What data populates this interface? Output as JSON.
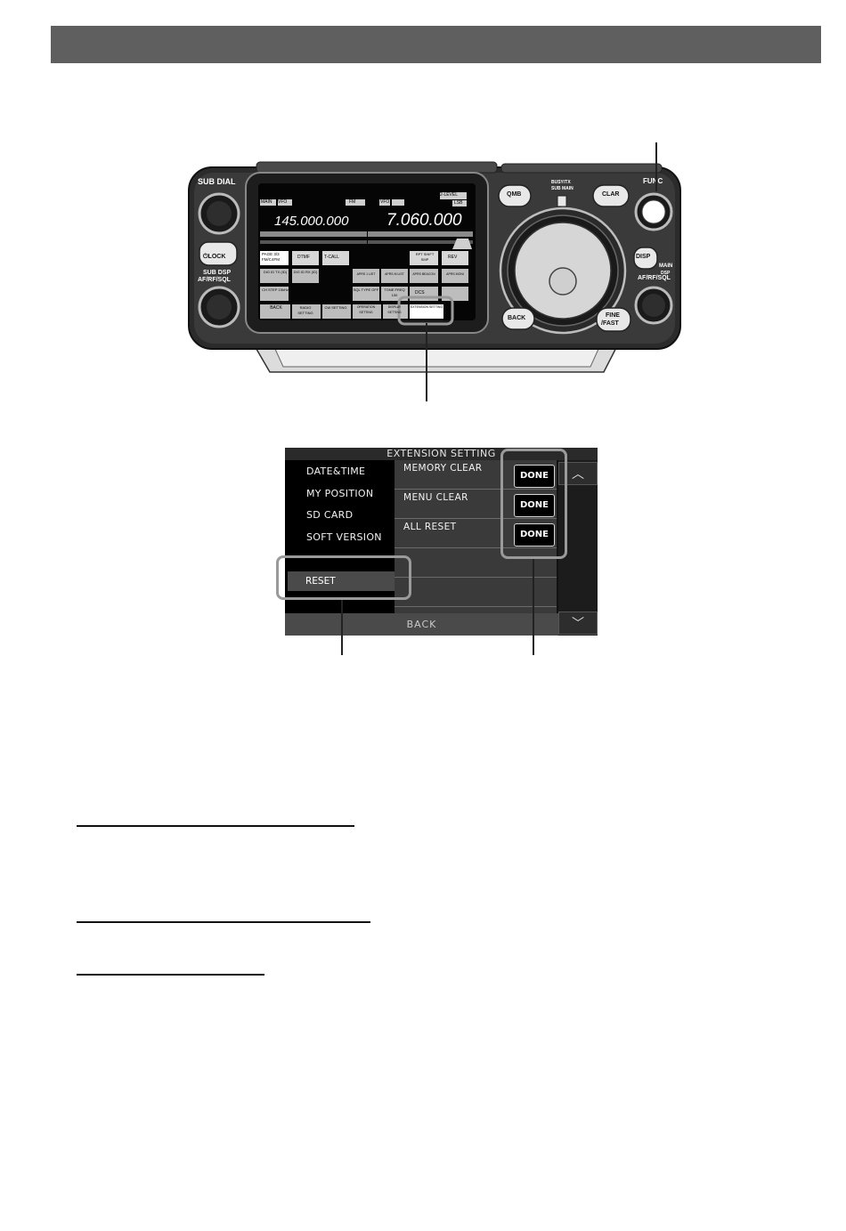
{
  "radio": {
    "sub_dial_label": "SUB DIAL",
    "lock_label": "⏻LOCK",
    "sub_af_label": "SUB",
    "sub_af_tag": "DSP",
    "sub_af_line2": "AF/RF/SQL",
    "qmb_label": "QMB",
    "clar_label": "CLAR",
    "busy_label_1": "BUSY/TX",
    "busy_label_2": "SUB MAIN",
    "func_label": "FUNC",
    "disp_label": "DISP",
    "main_label": "MAIN",
    "main_tag": "DSP",
    "main_af_label": "AF/RF/SQL",
    "back_label": "BACK",
    "fine_label_1": "FINE",
    "fine_label_2": "/FAST",
    "screen": {
      "sub_mode": "MAIN",
      "vfo_left": "VFO",
      "fm": "FM",
      "vfo_right": "VFO",
      "mode_right": "LSB",
      "level": "2-LEVEL",
      "freq_left": "145.000.000",
      "freq_right": "7.060.000",
      "buttons_row1": [
        "PAGE 3/3 FM/C4FM",
        "DTMF",
        "T-CALL",
        "RPT SHIFT SMP",
        "REV"
      ],
      "buttons_row2": [
        "DIG ID TX (ID)",
        "DIG ID RX (ID)",
        "APRS 1 LIST",
        "APRS M LIST",
        "APRS BEACON",
        "APRS MONI"
      ],
      "buttons_row3": [
        "CH STEP 15kHz",
        "SQL TYPE OFF",
        "TONE FREQ 100",
        "DCS"
      ],
      "bottom_row": [
        "BACK",
        "RADIO SETTING",
        "CW SETTING",
        "OPERATION SETTING",
        "DISPLAY SETTING",
        "EXTENSION SETTING"
      ]
    }
  },
  "panel": {
    "title": "EXTENSION SETTING",
    "left_items": [
      "DATE&TIME",
      "MY POSITION",
      "SD CARD",
      "SOFT VERSION"
    ],
    "selected_item": "RESET",
    "right_rows": [
      "MEMORY CLEAR",
      "MENU CLEAR",
      "ALL RESET"
    ],
    "done_label": "DONE",
    "back_label": "BACK",
    "scroll_up": "︿",
    "scroll_down": "﹀"
  }
}
